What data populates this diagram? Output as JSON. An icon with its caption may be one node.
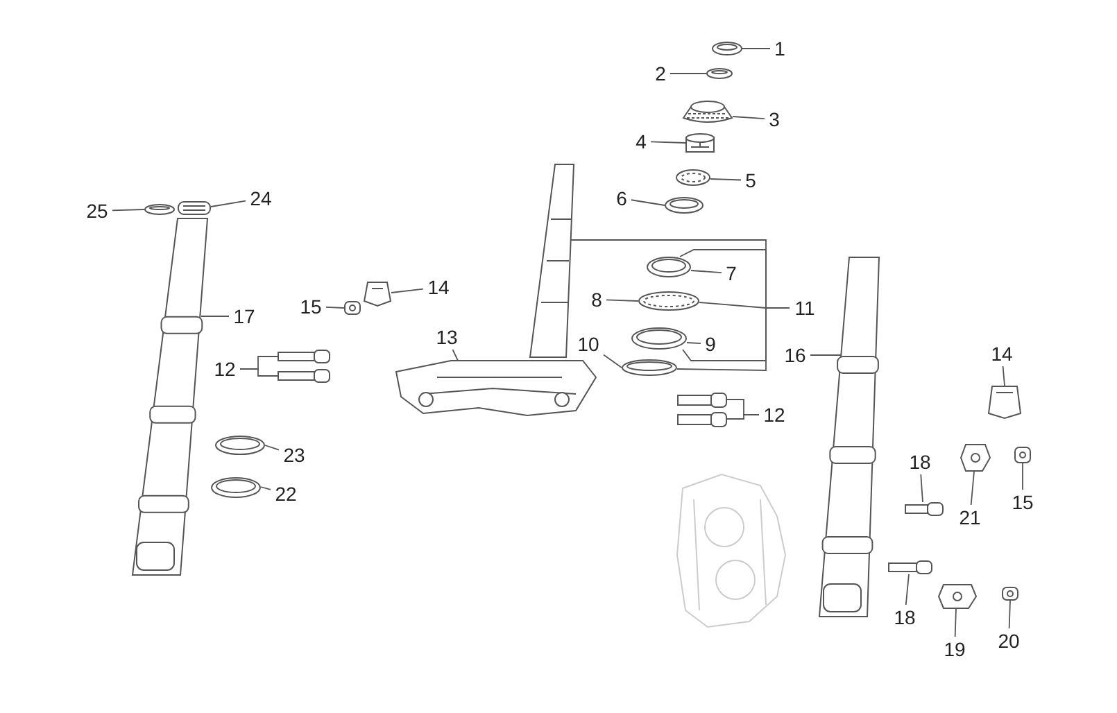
{
  "diagram": {
    "nodes": [
      {
        "text": [
          "1"
        ]
      },
      {
        "text": [],
        "shape": "picture"
      },
      {
        "text": [
          "2"
        ]
      },
      {
        "text": [],
        "shape": "picture"
      },
      {
        "text": [
          "3"
        ]
      },
      {
        "text": [],
        "shape": "picture"
      },
      {
        "text": [
          "4"
        ]
      },
      {
        "text": [],
        "shape": "picture"
      },
      {
        "text": [
          "5"
        ]
      },
      {
        "text": [],
        "shape": "picture"
      },
      {
        "text": [
          "6"
        ]
      },
      {
        "text": [],
        "shape": "picture"
      },
      {
        "text": [
          "7"
        ]
      },
      {
        "text": [],
        "shape": "picture"
      },
      {
        "text": [
          "8"
        ]
      },
      {
        "text": [],
        "shape": "picture"
      },
      {
        "text": [
          "9"
        ]
      },
      {
        "text": [],
        "shape": "picture"
      },
      {
        "text": [
          "10"
        ]
      },
      {
        "text": [],
        "shape": "picture"
      },
      {
        "text": [
          "11"
        ]
      },
      {
        "text": [],
        "shape": "picture"
      },
      {
        "text": [
          "13"
        ]
      },
      {
        "text": [],
        "shape": "picture"
      },
      {
        "text": [
          "14"
        ]
      },
      {
        "text": [],
        "shape": "picture"
      },
      {
        "text": [
          "15"
        ]
      },
      {
        "text": [],
        "shape": "picture"
      },
      {
        "text": [
          "12"
        ]
      },
      {
        "text": [],
        "shape": "picture"
      },
      {
        "text": [],
        "shape": "picture"
      },
      {
        "text": [
          "12"
        ]
      },
      {
        "text": [],
        "shape": "picture"
      },
      {
        "text": [],
        "shape": "picture"
      },
      {
        "text": [
          "16"
        ]
      },
      {
        "text": [],
        "shape": "picture"
      },
      {
        "text": [
          "17"
        ]
      },
      {
        "text": [],
        "shape": "picture"
      },
      {
        "text": [
          "24"
        ]
      },
      {
        "text": [],
        "shape": "picture"
      },
      {
        "text": [
          "25"
        ]
      },
      {
        "text": [],
        "shape": "picture"
      },
      {
        "text": [
          "23"
        ]
      },
      {
        "text": [],
        "shape": "picture"
      },
      {
        "text": [
          "22"
        ]
      },
      {
        "text": [],
        "shape": "picture"
      },
      {
        "text": [
          "14"
        ]
      },
      {
        "text": [],
        "shape": "picture"
      },
      {
        "text": [
          "15"
        ]
      },
      {
        "text": [],
        "shape": "picture"
      },
      {
        "text": [
          "21"
        ]
      },
      {
        "text": [],
        "shape": "picture"
      },
      {
        "text": [
          "18"
        ]
      },
      {
        "text": [],
        "shape": "picture"
      },
      {
        "text": [
          "18"
        ]
      },
      {
        "text": [],
        "shape": "picture"
      },
      {
        "text": [
          "19"
        ]
      },
      {
        "text": [],
        "shape": "picture"
      },
      {
        "text": [
          "20"
        ]
      },
      {
        "text": [],
        "shape": "picture"
      }
    ],
    "edges": [
      {
        "from": 0,
        "to": 1,
        "arrow": "none"
      },
      {
        "from": 2,
        "to": 3,
        "arrow": "none"
      },
      {
        "from": 4,
        "to": 5,
        "arrow": "none"
      },
      {
        "from": 6,
        "to": 7,
        "arrow": "none"
      },
      {
        "from": 8,
        "to": 9,
        "arrow": "none"
      },
      {
        "from": 10,
        "to": 11,
        "arrow": "none"
      },
      {
        "from": 12,
        "to": 13,
        "arrow": "none"
      },
      {
        "from": 14,
        "to": 15,
        "arrow": "none"
      },
      {
        "from": 16,
        "to": 17,
        "arrow": "none"
      },
      {
        "from": 18,
        "to": 19,
        "arrow": "none"
      },
      {
        "from": 20,
        "to": 13,
        "arrow": "none"
      },
      {
        "from": 20,
        "to": 15,
        "arrow": "none"
      },
      {
        "from": 20,
        "to": 17,
        "arrow": "none"
      },
      {
        "from": 20,
        "to": 19,
        "arrow": "none"
      },
      {
        "from": 20,
        "to": 21,
        "arrow": "none"
      },
      {
        "from": 22,
        "to": 23,
        "arrow": "none"
      },
      {
        "from": 24,
        "to": 25,
        "arrow": "none"
      },
      {
        "from": 26,
        "to": 27,
        "arrow": "none"
      },
      {
        "from": 28,
        "to": 29,
        "arrow": "none"
      },
      {
        "from": 28,
        "to": 30,
        "arrow": "none"
      },
      {
        "from": 31,
        "to": 32,
        "arrow": "none"
      },
      {
        "from": 31,
        "to": 33,
        "arrow": "none"
      },
      {
        "from": 34,
        "to": 35,
        "arrow": "none"
      },
      {
        "from": 36,
        "to": 37,
        "arrow": "none"
      },
      {
        "from": 38,
        "to": 39,
        "arrow": "none"
      },
      {
        "from": 40,
        "to": 41,
        "arrow": "none"
      },
      {
        "from": 42,
        "to": 43,
        "arrow": "none"
      },
      {
        "from": 44,
        "to": 45,
        "arrow": "none"
      },
      {
        "from": 46,
        "to": 47,
        "arrow": "none"
      },
      {
        "from": 48,
        "to": 49,
        "arrow": "none"
      },
      {
        "from": 50,
        "to": 51,
        "arrow": "none"
      },
      {
        "from": 52,
        "to": 53,
        "arrow": "none"
      },
      {
        "from": 54,
        "to": 55,
        "arrow": "none"
      },
      {
        "from": 56,
        "to": 57,
        "arrow": "none"
      },
      {
        "from": 58,
        "to": 59,
        "arrow": "none"
      }
    ]
  }
}
